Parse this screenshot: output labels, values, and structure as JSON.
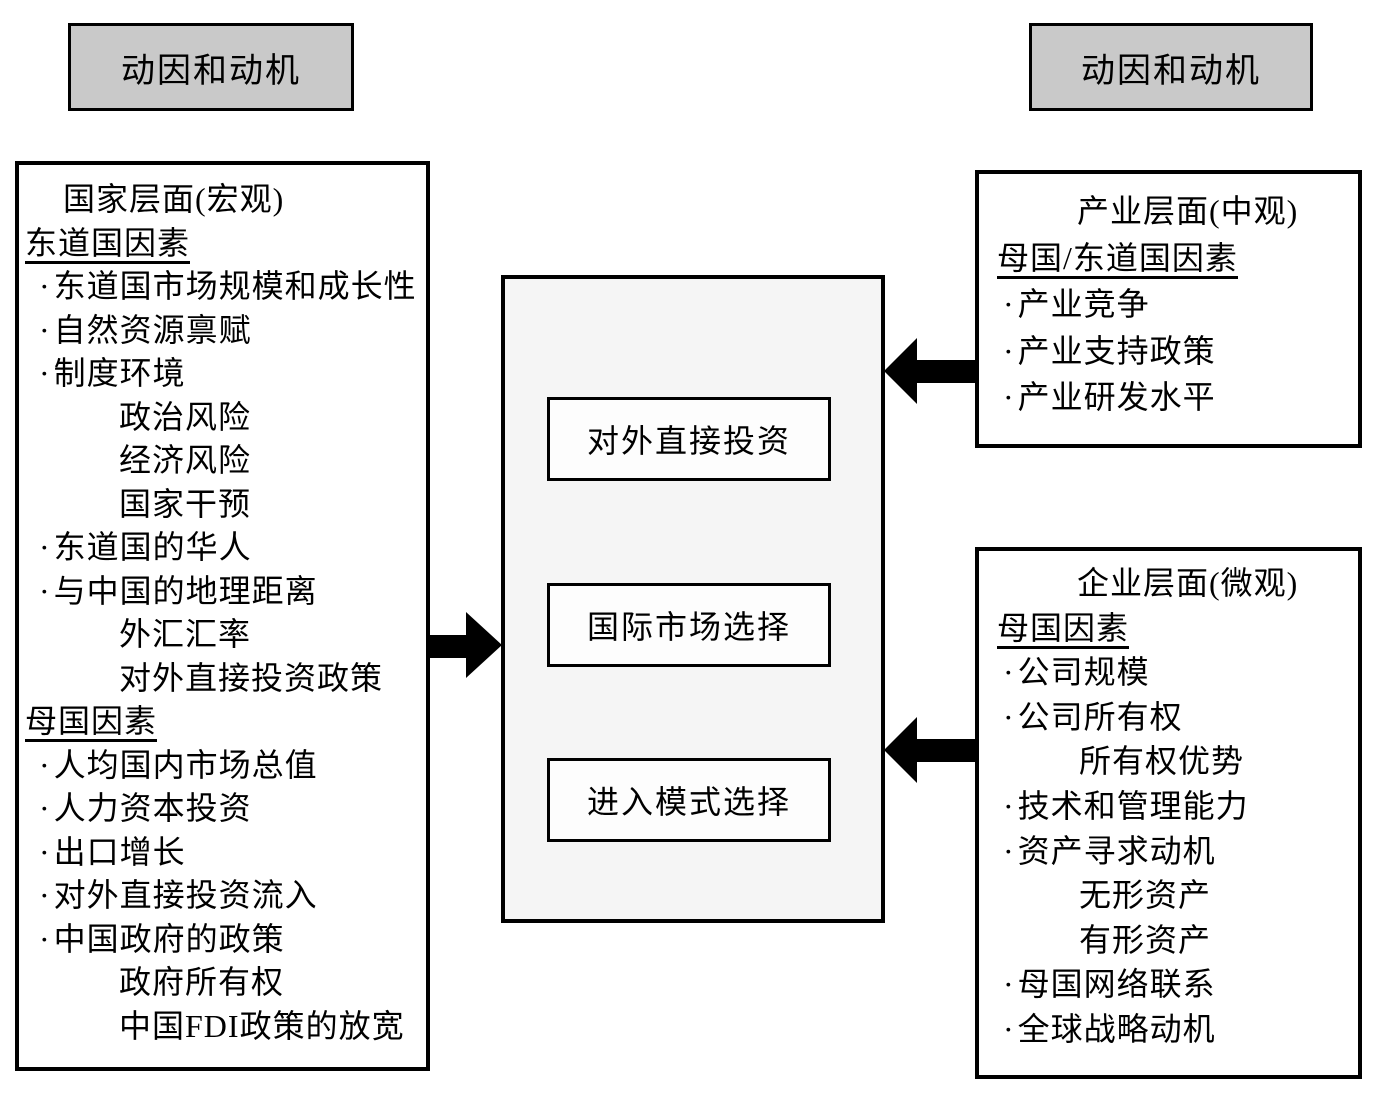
{
  "colors": {
    "border": "#000000",
    "label_fill": "#c9c9c9",
    "center_fill": "#f5f5f5",
    "box_fill": "#ffffff"
  },
  "labels": {
    "top_left": "动因和动机",
    "top_right": "动因和动机"
  },
  "country_box": {
    "title": "国家层面(宏观)",
    "lines": [
      {
        "style": "header",
        "text": "东道国因素"
      },
      {
        "style": "bullet",
        "text": "东道国市场规模和成长性"
      },
      {
        "style": "bullet",
        "text": "自然资源禀赋"
      },
      {
        "style": "bullet",
        "text": "制度环境"
      },
      {
        "style": "sub",
        "text": "政治风险"
      },
      {
        "style": "sub",
        "text": "经济风险"
      },
      {
        "style": "sub",
        "text": "国家干预"
      },
      {
        "style": "bullet",
        "text": "东道国的华人"
      },
      {
        "style": "bullet",
        "text": "与中国的地理距离"
      },
      {
        "style": "sub",
        "text": "外汇汇率"
      },
      {
        "style": "sub",
        "text": "对外直接投资政策"
      },
      {
        "style": "header",
        "text": "母国因素"
      },
      {
        "style": "bullet",
        "text": "人均国内市场总值"
      },
      {
        "style": "bullet",
        "text": "人力资本投资"
      },
      {
        "style": "bullet",
        "text": "出口增长"
      },
      {
        "style": "bullet",
        "text": "对外直接投资流入"
      },
      {
        "style": "bullet",
        "text": "中国政府的政策"
      },
      {
        "style": "sub",
        "text": "政府所有权"
      },
      {
        "style": "sub",
        "text": "中国FDI政策的放宽"
      }
    ]
  },
  "center_box": {
    "items": [
      {
        "label": "对外直接投资"
      },
      {
        "label": "国际市场选择"
      },
      {
        "label": "进入模式选择"
      }
    ]
  },
  "industry_box": {
    "title": "产业层面(中观)",
    "lines": [
      {
        "style": "header",
        "text": "母国/东道国因素"
      },
      {
        "style": "bullet",
        "text": "产业竞争"
      },
      {
        "style": "bullet",
        "text": "产业支持政策"
      },
      {
        "style": "bullet",
        "text": "产业研发水平"
      }
    ]
  },
  "firm_box": {
    "title": "企业层面(微观)",
    "lines": [
      {
        "style": "header",
        "text": "母国因素"
      },
      {
        "style": "bullet",
        "text": "公司规模"
      },
      {
        "style": "bullet",
        "text": "公司所有权"
      },
      {
        "style": "sub",
        "text": "所有权优势"
      },
      {
        "style": "bullet",
        "text": "技术和管理能力"
      },
      {
        "style": "bullet",
        "text": "资产寻求动机"
      },
      {
        "style": "sub",
        "text": "无形资产"
      },
      {
        "style": "sub",
        "text": "有形资产"
      },
      {
        "style": "bullet",
        "text": "母国网络联系"
      },
      {
        "style": "bullet",
        "text": "全球战略动机"
      }
    ]
  }
}
